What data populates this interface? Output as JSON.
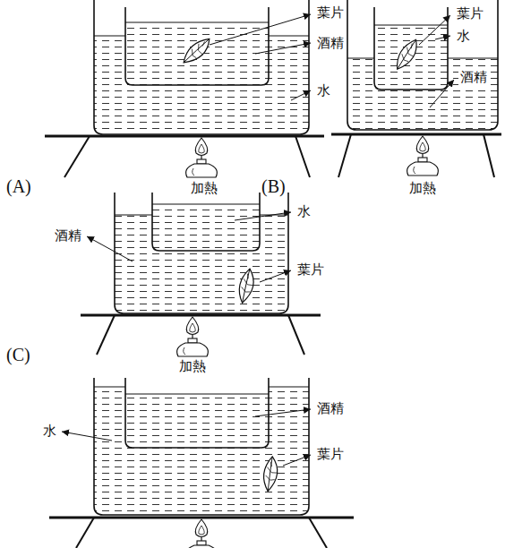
{
  "diagram": {
    "labels": [
      "葉片",
      "酒精",
      "水",
      "(A)",
      "加熱",
      "葉片",
      "水",
      "酒精",
      "(B)",
      "加熱",
      "水",
      "酒精",
      "葉片",
      "(C)",
      "加熱",
      "酒精",
      "水",
      "葉片"
    ]
  }
}
